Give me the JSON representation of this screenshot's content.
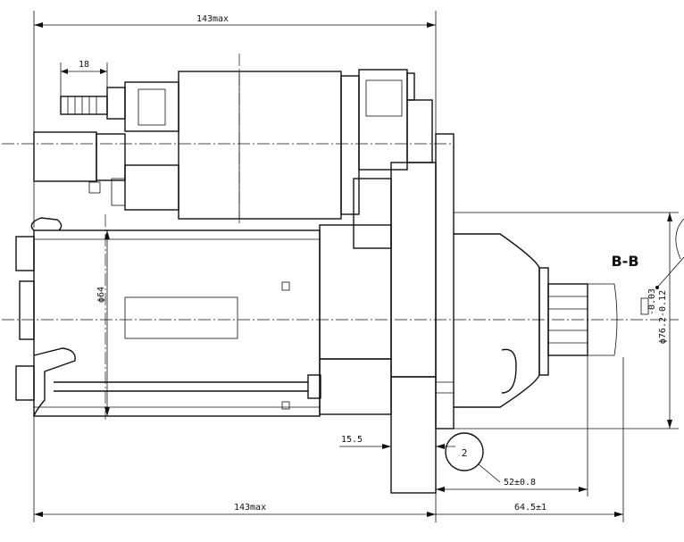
{
  "dimensions": {
    "overall_top": "143max",
    "overall_bottom": "143max",
    "terminal": "18",
    "body_diameter": "ϕ64",
    "flange_offset": "15.5",
    "pinion_projection": "52±0.8",
    "nose_length": "64.5±1",
    "pilot_tol_upper": "-0.03",
    "pilot_diameter": "ϕ76.2-0.12"
  },
  "section_label": "B-B",
  "balloon_number": "2"
}
